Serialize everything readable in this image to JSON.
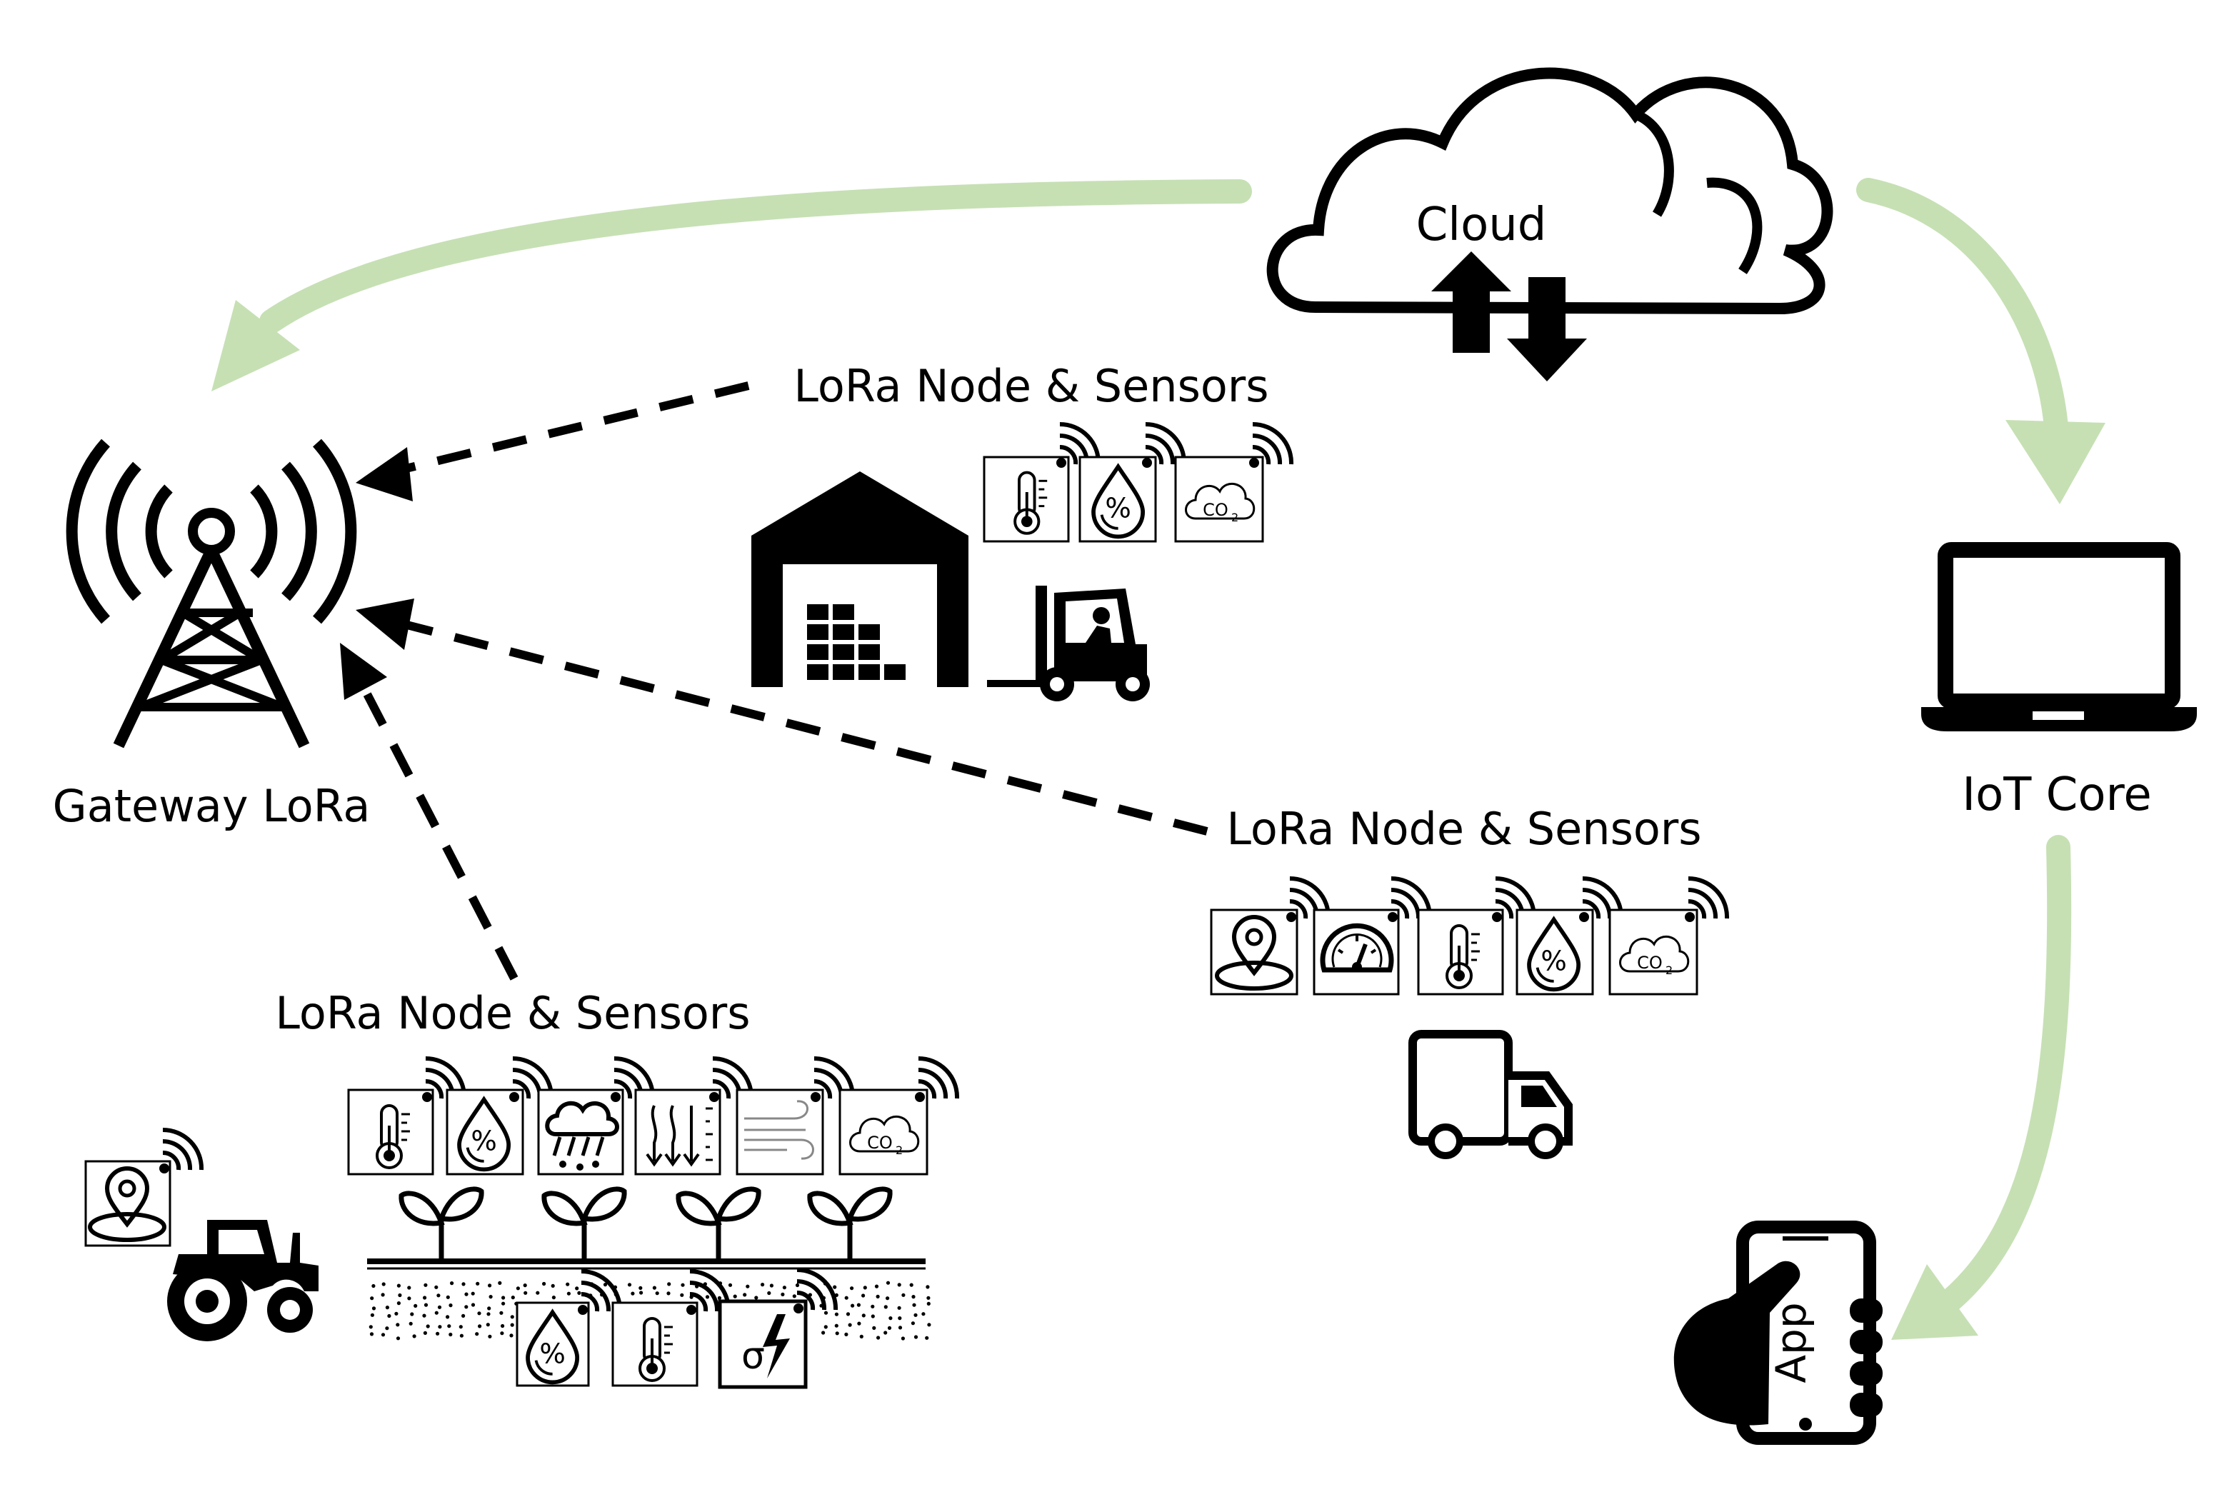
{
  "cloud": {
    "label": "Cloud"
  },
  "gateway": {
    "label": "Gateway LoRa"
  },
  "iot_core": {
    "label": "IoT Core"
  },
  "app": {
    "label": "App"
  },
  "warehouse_node": {
    "label": "LoRa Node & Sensors",
    "sensors": [
      "thermometer-icon",
      "humidity-icon",
      "co2-icon"
    ]
  },
  "truck_node": {
    "label": "LoRa Node & Sensors",
    "sensors": [
      "location-icon",
      "speedometer-icon",
      "thermometer-icon",
      "humidity-icon",
      "co2-icon"
    ]
  },
  "field_node": {
    "label": "LoRa Node & Sensors",
    "air_sensors": [
      "thermometer-icon",
      "humidity-icon",
      "rain-icon",
      "pressure-icon",
      "wind-icon",
      "co2-icon"
    ],
    "soil_sensors": [
      "humidity-icon",
      "thermometer-icon",
      "conductivity-icon"
    ],
    "tractor_sensor": "location-icon"
  },
  "co2_text": "CO",
  "co2_sub": "2",
  "sigma_text": "σ",
  "colors": {
    "flow_arrow": "#c6e0b4",
    "ink": "#000000"
  }
}
